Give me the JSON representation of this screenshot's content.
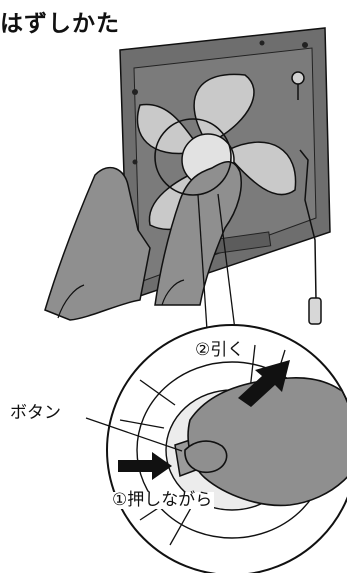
{
  "title": "はずしかた",
  "callouts": {
    "button": "ボタン",
    "step_pull": "②引く",
    "step_push": "①押しながら"
  },
  "colors": {
    "line": "#111111",
    "frame": "#6e6e6e",
    "frame_dark": "#555555",
    "fan": "#c9c9c9",
    "fan_light": "#e2e2e2",
    "hand": "#8f8f8f",
    "arrow": "#111111"
  }
}
